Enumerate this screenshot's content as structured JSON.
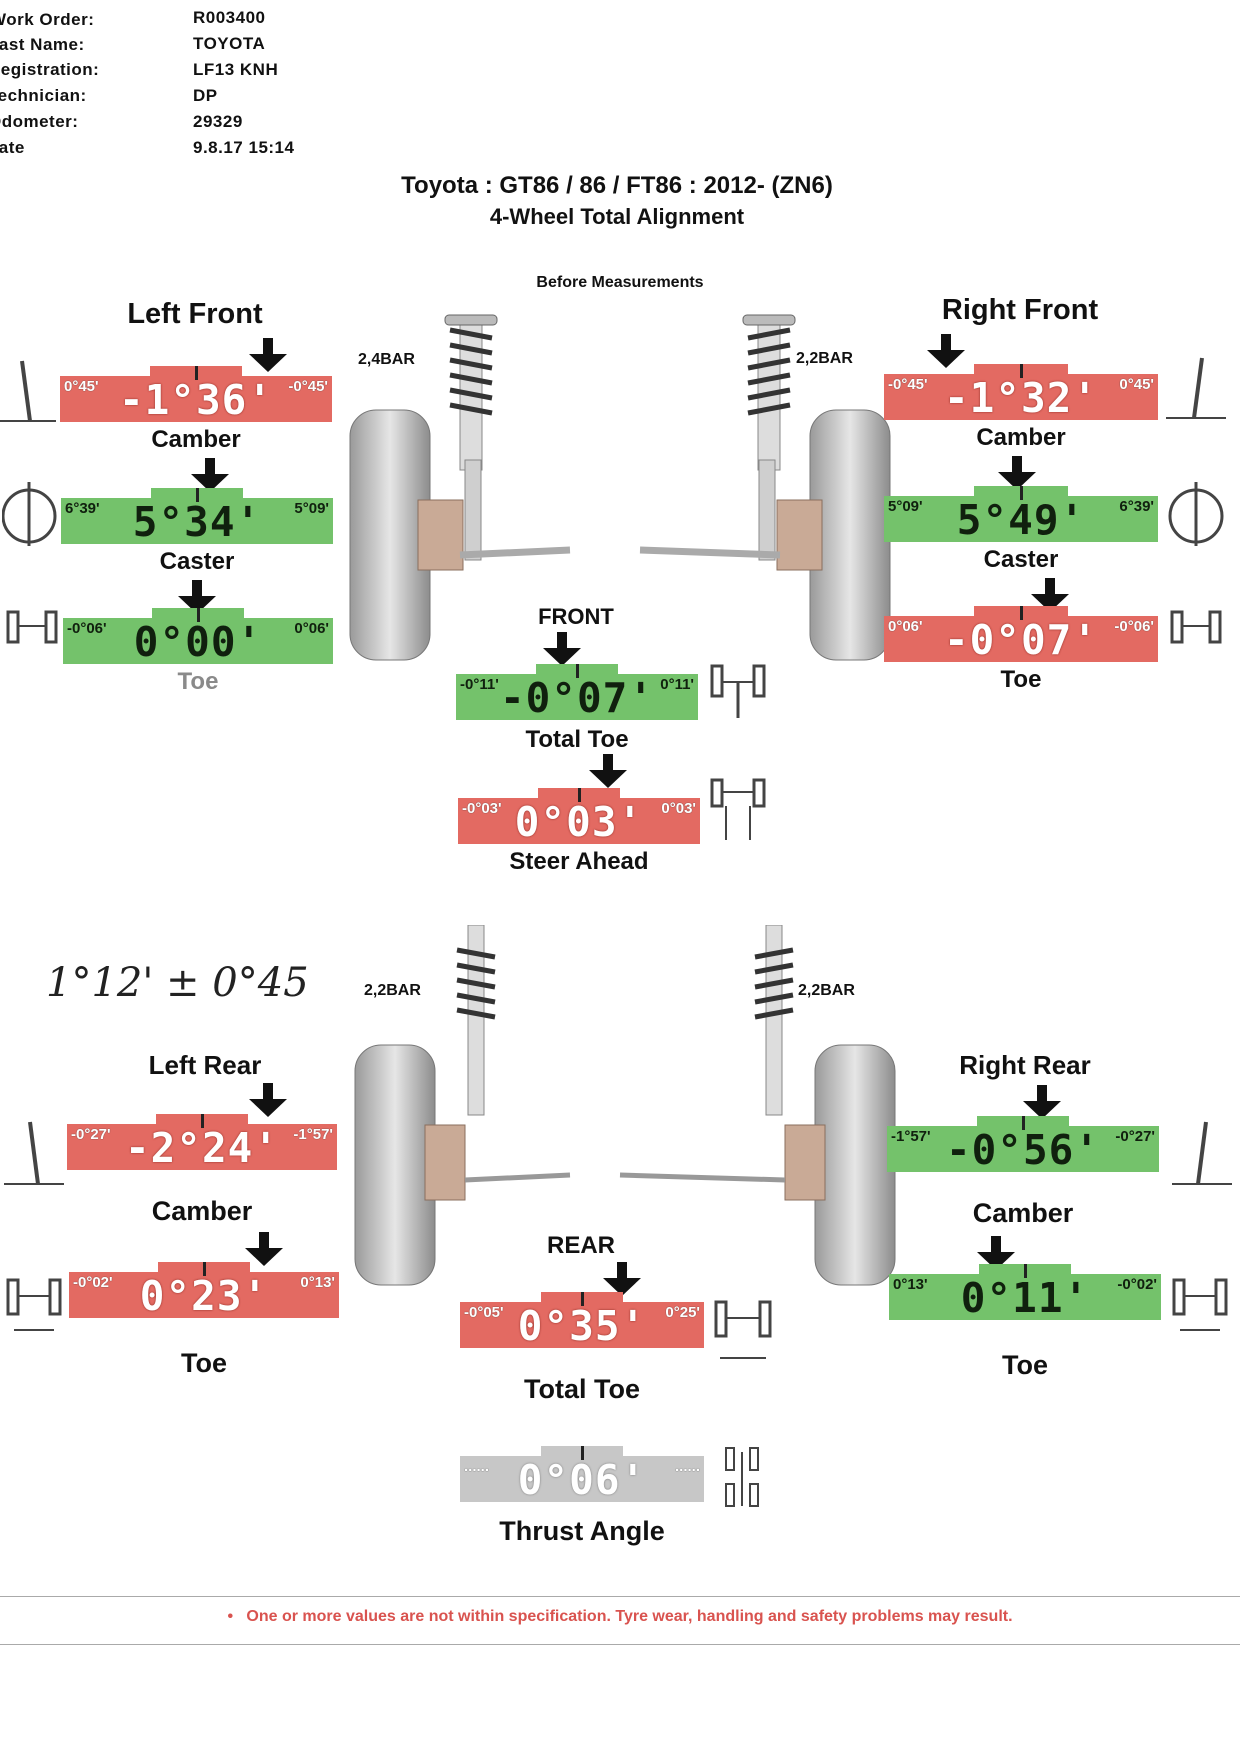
{
  "header": {
    "labels": [
      "Work Order:",
      "Last Name:",
      "Registration:",
      "Technician:",
      "Odometer:",
      "Date"
    ],
    "values": [
      "R003400",
      "TOYOTA",
      "LF13 KNH",
      "DP",
      "29329",
      "9.8.17 15:14"
    ]
  },
  "title": "Toyota : GT86 / 86 / FT86 : 2012-  (ZN6)",
  "subtitle": "4-Wheel Total Alignment",
  "before_label": "Before Measurements",
  "front": {
    "left_title": "Left Front",
    "right_title": "Right Front",
    "left_pressure": "2,4BAR",
    "right_pressure": "2,2BAR",
    "axle_label": "FRONT",
    "left": {
      "camber": {
        "min": "0°45'",
        "max": "-0°45'",
        "value": "-1°36'",
        "label": "Camber",
        "status": "red"
      },
      "caster": {
        "min": "6°39'",
        "max": "5°09'",
        "value": "5°34'",
        "label": "Caster",
        "status": "green"
      },
      "toe": {
        "min": "-0°06'",
        "max": "0°06'",
        "value": "0°00'",
        "label": "Toe",
        "status": "green"
      }
    },
    "right": {
      "camber": {
        "min": "-0°45'",
        "max": "0°45'",
        "value": "-1°32'",
        "label": "Camber",
        "status": "red"
      },
      "caster": {
        "min": "5°09'",
        "max": "6°39'",
        "value": "5°49'",
        "label": "Caster",
        "status": "green"
      },
      "toe": {
        "min": "0°06'",
        "max": "-0°06'",
        "value": "-0°07'",
        "label": "Toe",
        "status": "red"
      }
    },
    "total_toe": {
      "min": "-0°11'",
      "max": "0°11'",
      "value": "-0°07'",
      "label": "Total Toe",
      "status": "green"
    },
    "steer_ahead": {
      "min": "-0°03'",
      "max": "0°03'",
      "value": "0°03'",
      "label": "Steer Ahead",
      "status": "red"
    }
  },
  "rear": {
    "left_title": "Left Rear",
    "right_title": "Right Rear",
    "left_pressure": "2,2BAR",
    "right_pressure": "2,2BAR",
    "axle_label": "REAR",
    "handwritten_note": "1°12' ± 0°45",
    "left": {
      "camber": {
        "min": "-0°27'",
        "max": "-1°57'",
        "value": "-2°24'",
        "label": "Camber",
        "status": "red"
      },
      "toe": {
        "min": "-0°02'",
        "max": "0°13'",
        "value": "0°23'",
        "label": "Toe",
        "status": "red"
      }
    },
    "right": {
      "camber": {
        "min": "-1°57'",
        "max": "-0°27'",
        "value": "-0°56'",
        "label": "Camber",
        "status": "green"
      },
      "toe": {
        "min": "0°13'",
        "max": "-0°02'",
        "value": "0°11'",
        "label": "Toe",
        "status": "green"
      }
    },
    "total_toe": {
      "min": "-0°05'",
      "max": "0°25'",
      "value": "0°35'",
      "label": "Total Toe",
      "status": "red"
    },
    "thrust_angle": {
      "min": "......",
      "max": "......",
      "value": "0°06'",
      "label": "Thrust Angle",
      "status": "grey"
    }
  },
  "disclaimer": "One or more values are not within specification.  Tyre wear, handling and safety problems may result.",
  "colors": {
    "out_of_spec": "#e36a62",
    "in_spec": "#74c26b",
    "neutral": "#c7c7c7",
    "warning_text": "#d9534f"
  }
}
